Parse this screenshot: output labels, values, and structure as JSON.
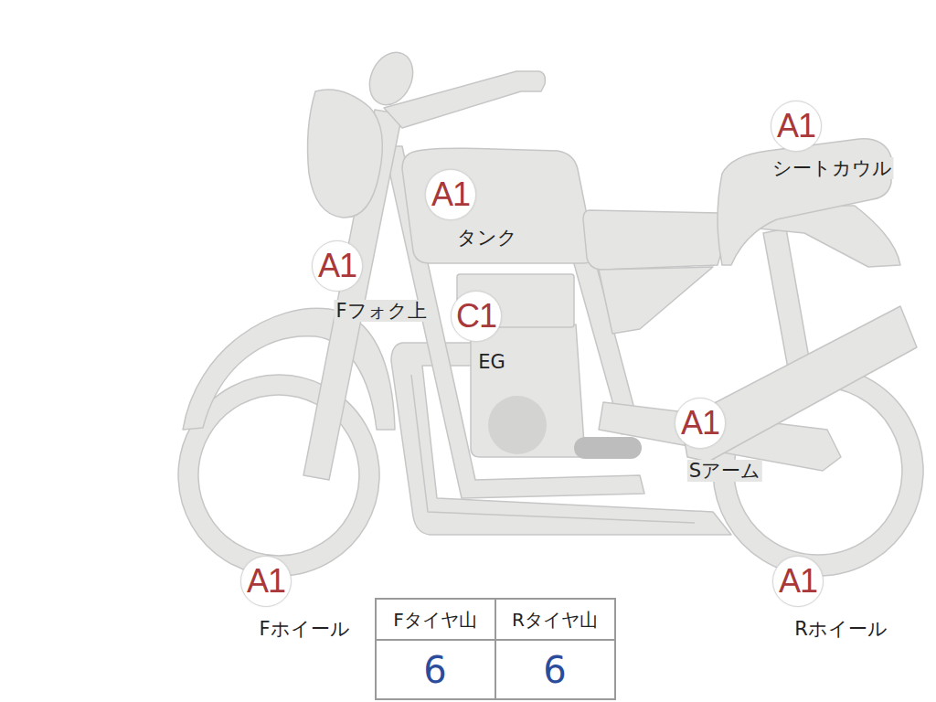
{
  "diagram": {
    "nodes": [
      {
        "text": [
          "A1",
          "シートカウル"
        ]
      },
      {
        "text": [
          "A1",
          "タンク"
        ]
      },
      {
        "text": [
          "A1",
          "Fフォク上"
        ]
      },
      {
        "text": [
          "C1",
          "EG"
        ]
      },
      {
        "text": [
          "A1",
          "Sアーム"
        ]
      },
      {
        "text": [
          "A1",
          "Fホイール"
        ]
      },
      {
        "text": [
          "A1",
          "Rホイール"
        ]
      }
    ],
    "labels": [
      "Fタイヤ山",
      "Rタイヤ山",
      "6",
      "6"
    ]
  }
}
